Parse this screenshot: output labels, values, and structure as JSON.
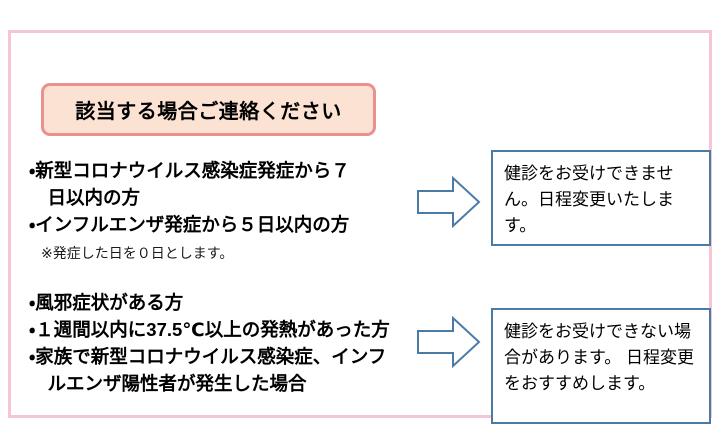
{
  "notice": {
    "header": {
      "text": "該当する場合ご連絡ください"
    },
    "section_one": {
      "bullets": [
        "・新型コロナウイルス感染症発症から７",
        "　日以内の方",
        "・インフルエンザ発症から５日以内の方"
      ],
      "note": "※発症した日を０日とします。",
      "arrow": "right-block-arrow",
      "outcome": "健診をお受けできません。日程変更いたします。"
    },
    "section_two": {
      "bullets": [
        "・風邪症状がある方",
        "・１週間以内に37.5℃以上の発熱があった方",
        "・家族で新型コロナウイルス感染症、インフ",
        "　ルエンザ陽性者が発生した場合"
      ],
      "arrow": "right-block-arrow",
      "outcome": "健診をお受けできない場合があります。\n日程変更をおすすめします。"
    }
  },
  "colors": {
    "frame_border": "#f5c6d6",
    "header_border": "#e8918e",
    "header_fill": "#fbe2d3",
    "arrow_stroke": "#4a7ba7",
    "outcome_border": "#4a7ba7",
    "text": "#000000"
  }
}
